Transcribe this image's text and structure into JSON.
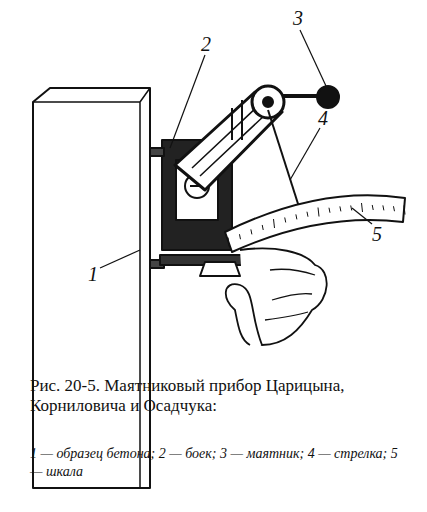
{
  "diagram": {
    "caption": "Рис. 20-5. Маятниковый прибор Царицына, Корниловича и Осадчука:",
    "labels": [
      "3",
      "2",
      "4",
      "5",
      "1",
      "1 — образец бетона; 2 — боек; 3 — маятник; 4 — стрелка; 5 — шкала"
    ]
  }
}
